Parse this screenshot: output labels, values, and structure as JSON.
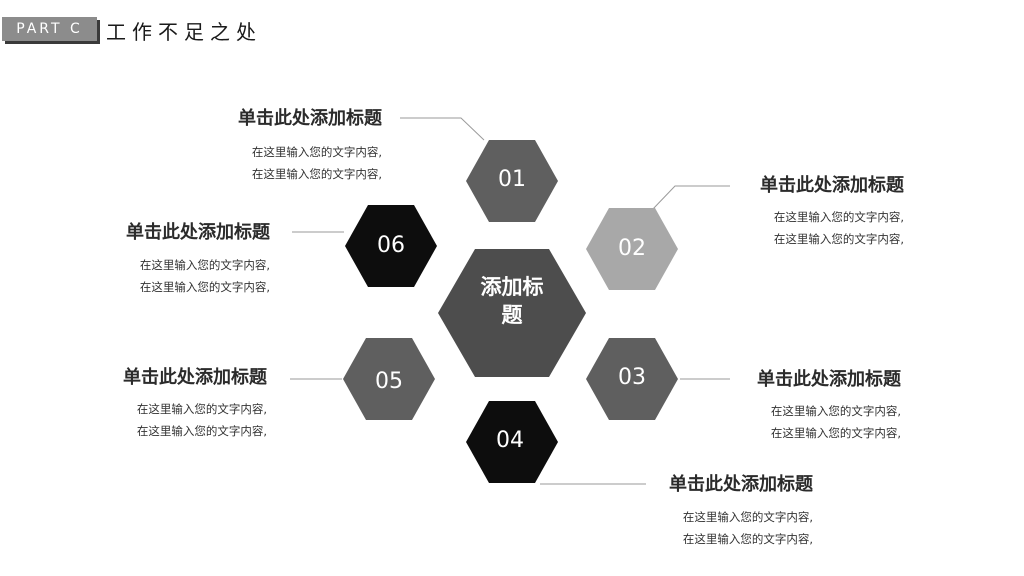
{
  "header": {
    "part_label": "PART C",
    "title": "工作不足之处"
  },
  "center": {
    "label_line1": "添加标",
    "label_line2": "题",
    "color": "#4d4d4d"
  },
  "items": [
    {
      "number": "01",
      "color": "#5f5f5f",
      "title": "单击此处添加标题",
      "desc_line1": "在这里输入您的文字内容,",
      "desc_line2": "在这里输入您的文字内容,"
    },
    {
      "number": "02",
      "color": "#a8a8a8",
      "title": "单击此处添加标题",
      "desc_line1": "在这里输入您的文字内容,",
      "desc_line2": "在这里输入您的文字内容,"
    },
    {
      "number": "03",
      "color": "#5f5f5f",
      "title": "单击此处添加标题",
      "desc_line1": "在这里输入您的文字内容,",
      "desc_line2": "在这里输入您的文字内容,"
    },
    {
      "number": "04",
      "color": "#0d0d0d",
      "title": "单击此处添加标题",
      "desc_line1": "在这里输入您的文字内容,",
      "desc_line2": "在这里输入您的文字内容,"
    },
    {
      "number": "05",
      "color": "#5f5f5f",
      "title": "单击此处添加标题",
      "desc_line1": "在这里输入您的文字内容,",
      "desc_line2": "在这里输入您的文字内容,"
    },
    {
      "number": "06",
      "color": "#0d0d0d",
      "title": "单击此处添加标题",
      "desc_line1": "在这里输入您的文字内容,",
      "desc_line2": "在这里输入您的文字内容,"
    }
  ]
}
